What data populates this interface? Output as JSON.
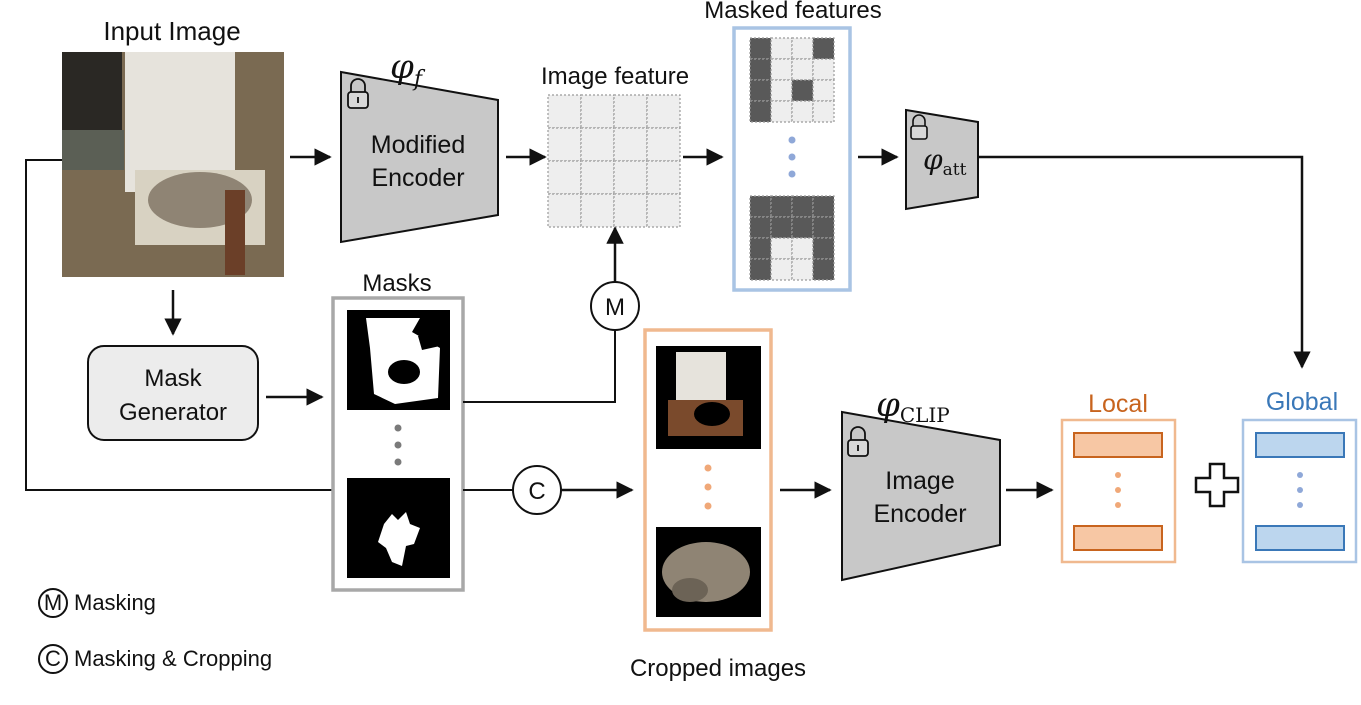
{
  "labels": {
    "input_image": "Input Image",
    "modified_encoder_line1": "Modified",
    "modified_encoder_line2": "Encoder",
    "phi_f": "φ",
    "phi_f_sub": "f",
    "image_feature": "Image feature",
    "masked_features": "Masked features",
    "phi_att": "φ",
    "phi_att_sub": "att",
    "masks": "Masks",
    "mask_generator_line1": "Mask",
    "mask_generator_line2": "Generator",
    "op_masking": "M",
    "op_crop": "C",
    "cropped_images": "Cropped images",
    "phi_clip": "φ",
    "phi_clip_sub": "CLIP",
    "image_encoder_line1": "Image",
    "image_encoder_line2": "Encoder",
    "local": "Local",
    "global": "Global",
    "plus": "+"
  },
  "legend": {
    "masking_symbol": "M",
    "masking_label": "Masking",
    "crop_symbol": "C",
    "crop_label": "Masking & Cropping"
  },
  "colors": {
    "encoder_fill": "#c8c8c8",
    "masked_border": "#a9c4e4",
    "cropped_border": "#f0b98f",
    "local_text": "#c8641e",
    "local_box_fill": "#f7c7a4",
    "local_box_stroke": "#c8641e",
    "global_text": "#3a78b8",
    "global_box_fill": "#bcd6ee",
    "global_box_stroke": "#3a78b8",
    "masks_border": "#a8a8a8",
    "dark_cell": "#595959",
    "light_cell": "#eeeeee"
  },
  "icons": {
    "lock": "lock-icon",
    "mask_op": "masking-op-icon",
    "crop_op": "crop-op-icon",
    "plus": "plus-icon"
  }
}
